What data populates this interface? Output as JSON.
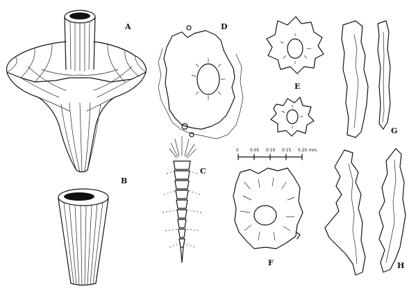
{
  "labels": {
    "a": "A",
    "b": "B",
    "c": "C",
    "d": "D",
    "e": "E",
    "f": "F",
    "g": "G",
    "h": "H"
  },
  "scale_bar": {
    "ticks": [
      "0",
      "0.05",
      "0.10",
      "0.15",
      "0.20 mm."
    ]
  },
  "colors": {
    "ink": "#111111",
    "paper": "#ffffff"
  }
}
